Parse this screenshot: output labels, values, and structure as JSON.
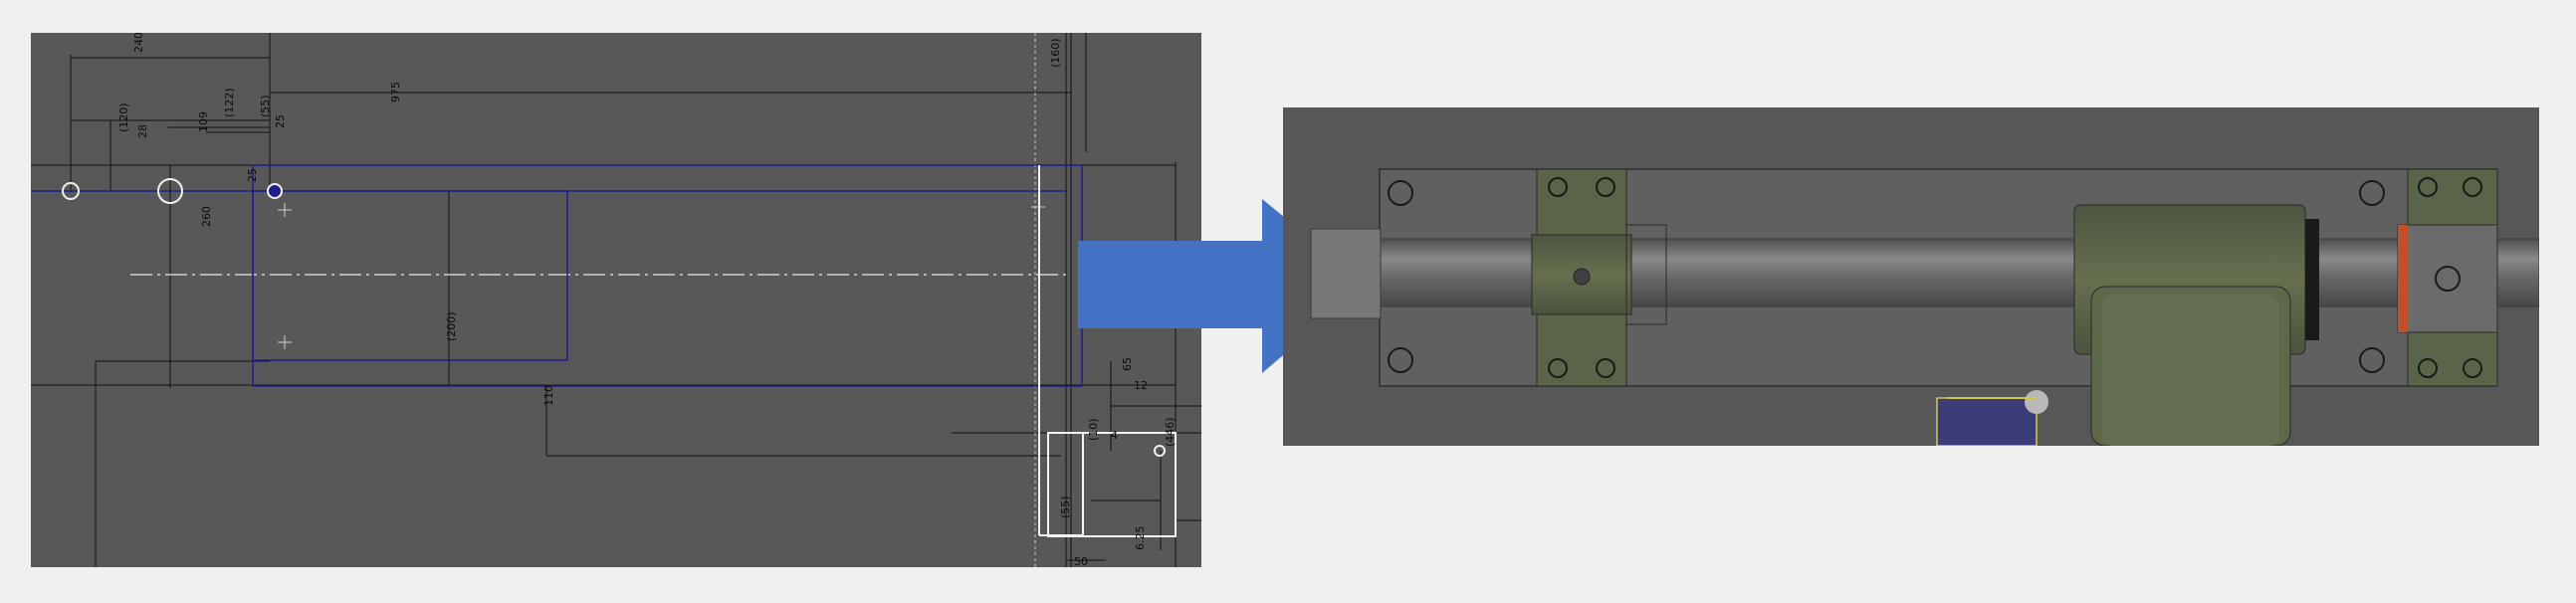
{
  "sketch": {
    "dimension_labels": {
      "d240": "240",
      "d975": "975",
      "d120": "(120)",
      "d28": "28",
      "d109": "109",
      "d122": "(122)",
      "d55": "(55)",
      "d25a": "25",
      "d25b": "25",
      "d260": "260",
      "d200": "(200)",
      "d110": "110",
      "d160": "(160)",
      "d65": "65",
      "d12": "12",
      "d4": "4",
      "d446": "(446)",
      "d10": "(10)",
      "d55b": "(55)",
      "d625": "6.25",
      "d50": "50"
    }
  },
  "arrow": {
    "color": "#4472c4"
  },
  "model": {
    "colors": {
      "plate": "#616161",
      "rail": "#6e6e6e",
      "block": "#59634a",
      "accent": "#c0502a",
      "selection": "#3c3c78"
    }
  }
}
